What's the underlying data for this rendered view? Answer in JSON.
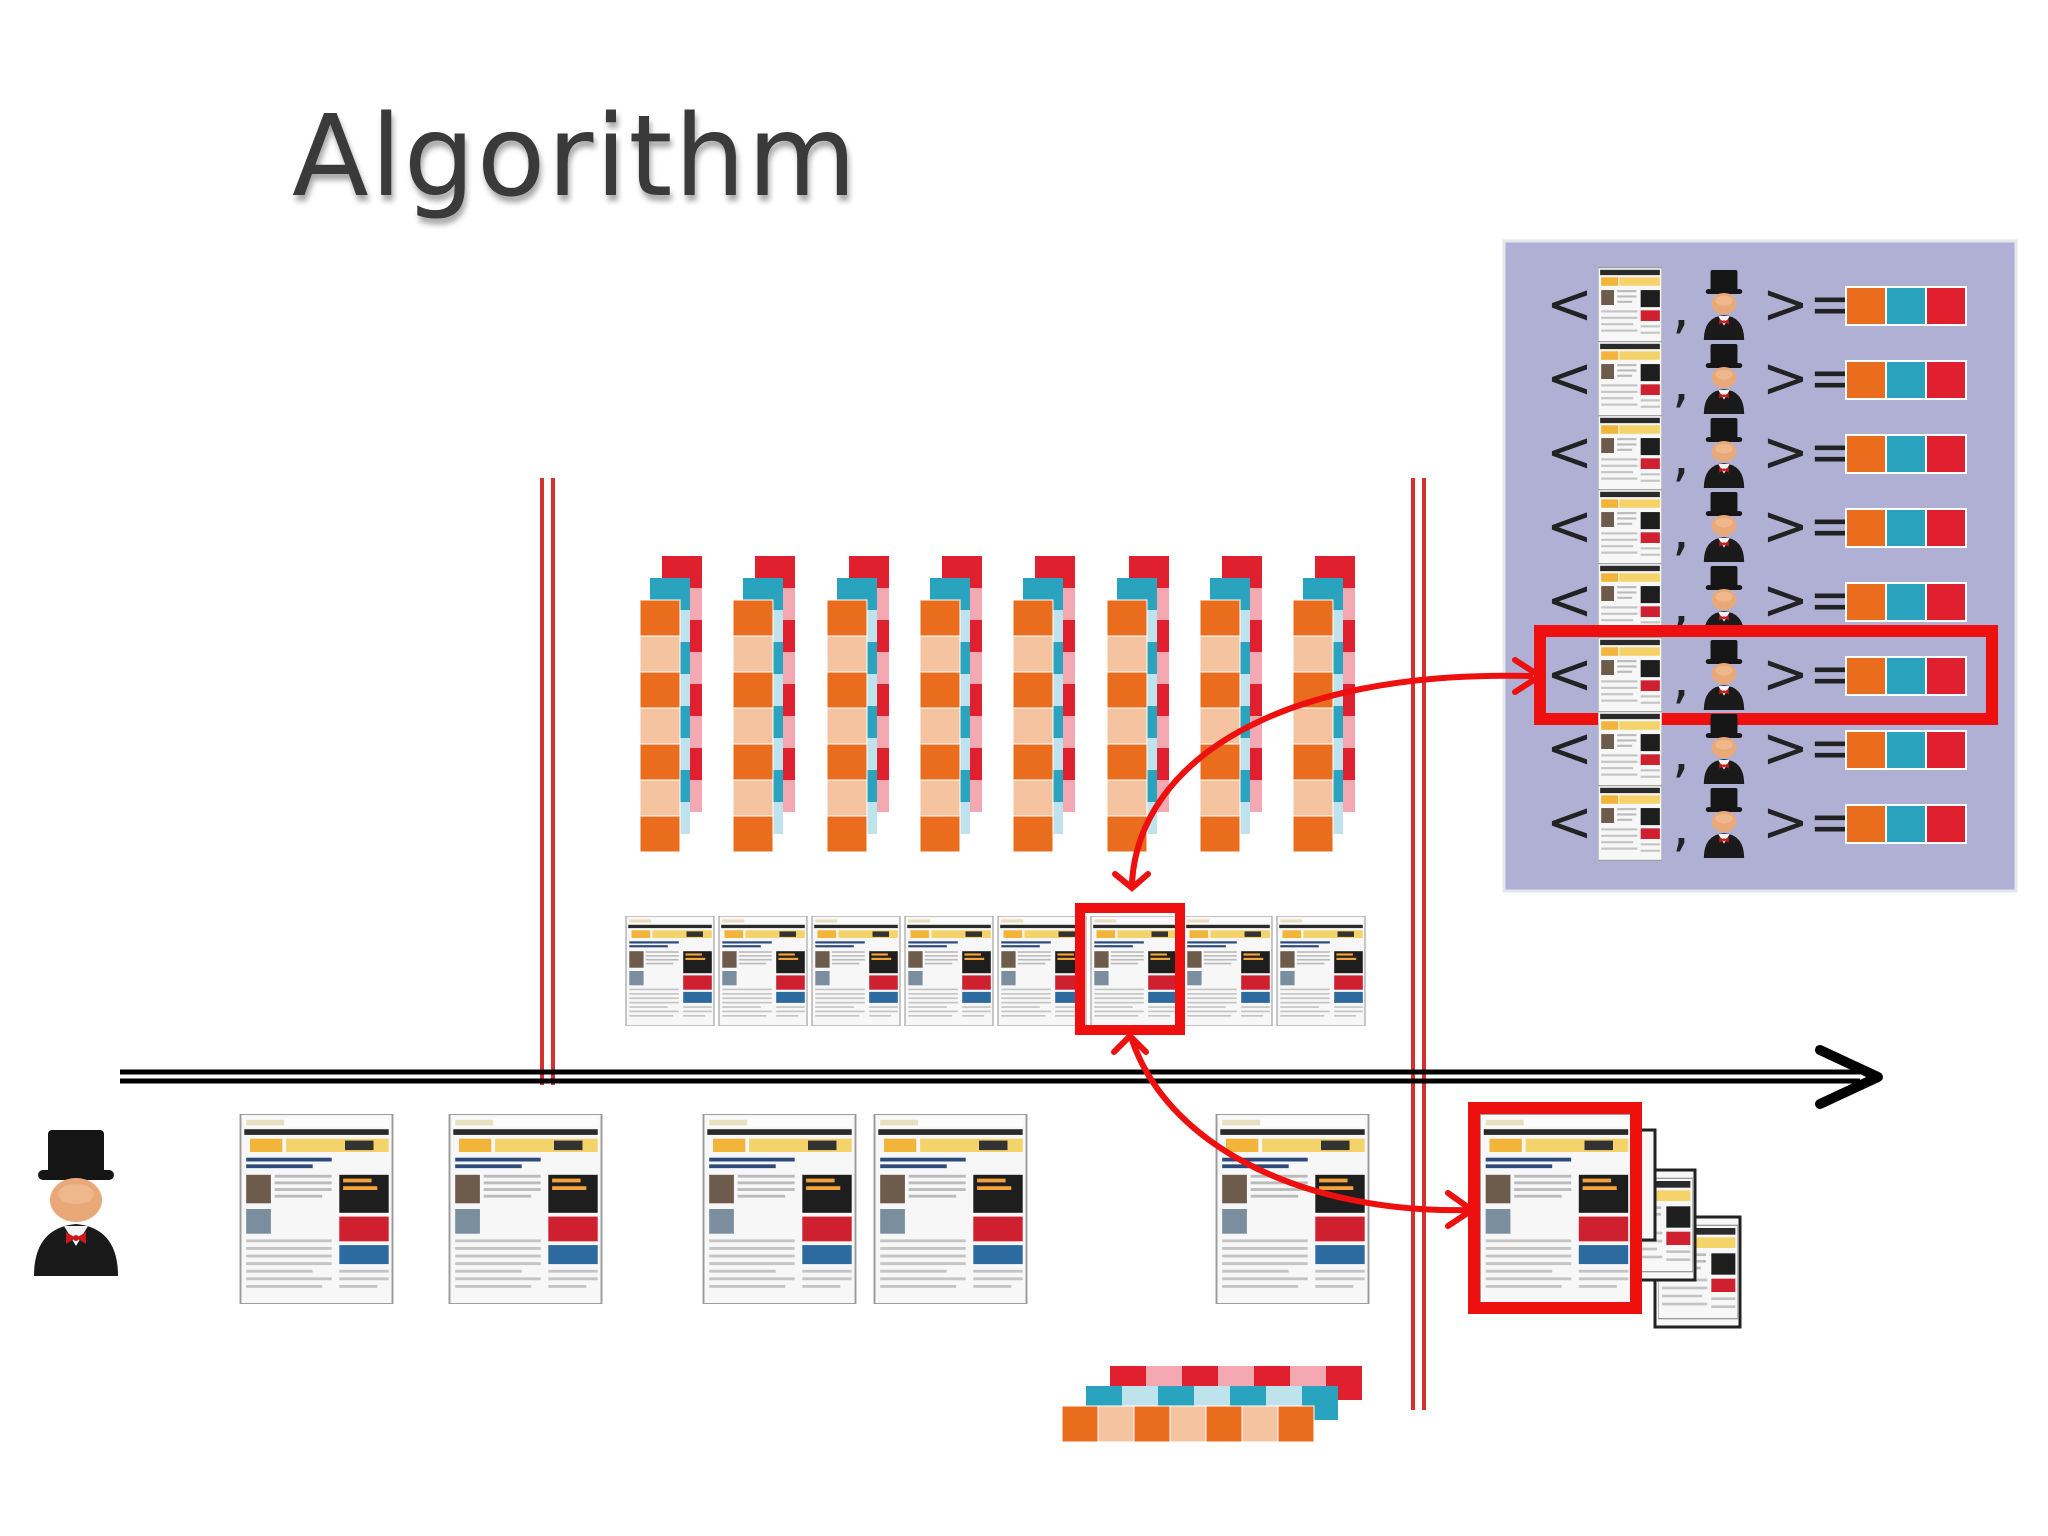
{
  "slide": {
    "title": "Algorithm"
  },
  "colors": {
    "orange": "#ea6d1e",
    "peach": "#f6c3a1",
    "teal": "#2aa3bf",
    "pink": "#f4a8b2",
    "red": "#e0202e",
    "boundary": "#d63030",
    "highlight": "#ee0f0f",
    "tuple_panel": "#afb0d4",
    "arrow": "#000000"
  },
  "tuples": {
    "open": "<",
    "comma": ",",
    "close": ">=",
    "count": 8,
    "highlighted_index": 5
  },
  "icons": {
    "user": "user-top-hat-icon",
    "page": "web-page-thumbnail-icon"
  }
}
